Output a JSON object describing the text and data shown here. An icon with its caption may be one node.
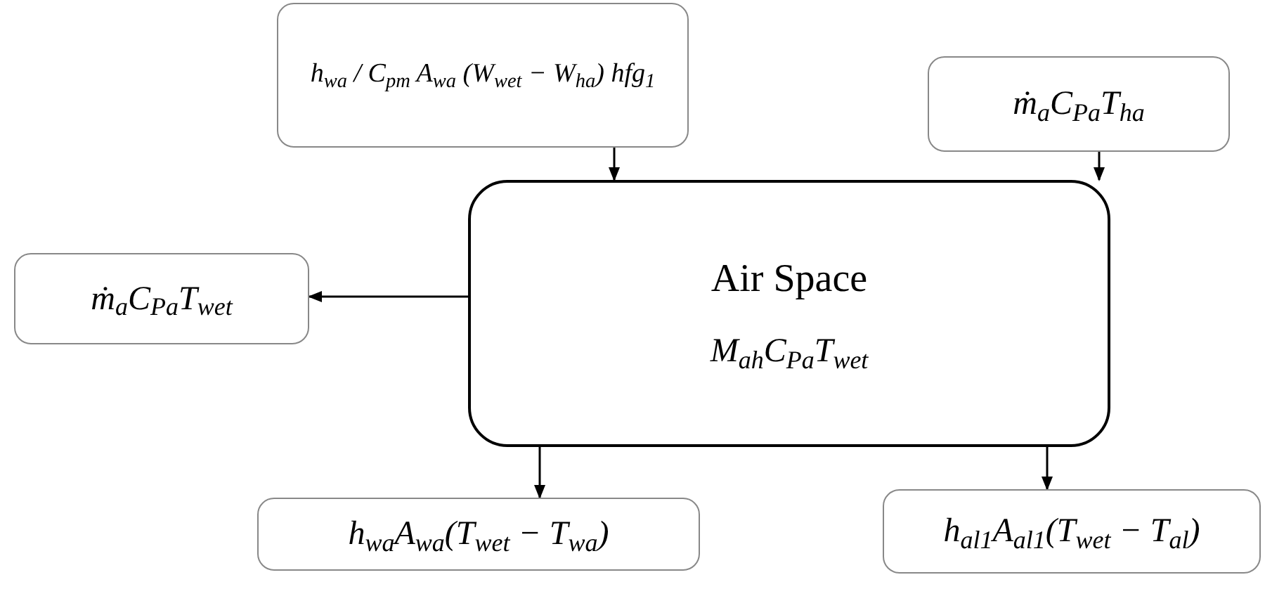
{
  "diagram": {
    "nodes": [
      {
        "text": [
          "h$_{wa}$ / C$_{pm}$ A$_{wa}$ (W$_{wet}$ − W$_{ha}$) hfg$_{1}$"
        ]
      },
      {
        "text": [
          "ṁ$_{a}$C$_{Pa}$T$_{ha}$"
        ]
      },
      {
        "text": [
          "Air Space",
          "M$_{ah}$C$_{Pa}$T$_{wet}$"
        ]
      },
      {
        "text": [
          "ṁ$_{a}$C$_{Pa}$T$_{wet}$"
        ]
      },
      {
        "text": [
          "h$_{wa}$A$_{wa}$(T$_{wet}$ − T$_{wa}$)"
        ]
      },
      {
        "text": [
          "h$_{al1}$A$_{al1}$(T$_{wet}$ − T$_{al}$)"
        ]
      }
    ],
    "edges": [
      {
        "from": 0,
        "to": 2,
        "arrow": "to"
      },
      {
        "from": 1,
        "to": 2,
        "arrow": "to"
      },
      {
        "from": 2,
        "to": 3,
        "arrow": "to"
      },
      {
        "from": 2,
        "to": 4,
        "arrow": "to"
      },
      {
        "from": 2,
        "to": 5,
        "arrow": "to"
      }
    ]
  }
}
